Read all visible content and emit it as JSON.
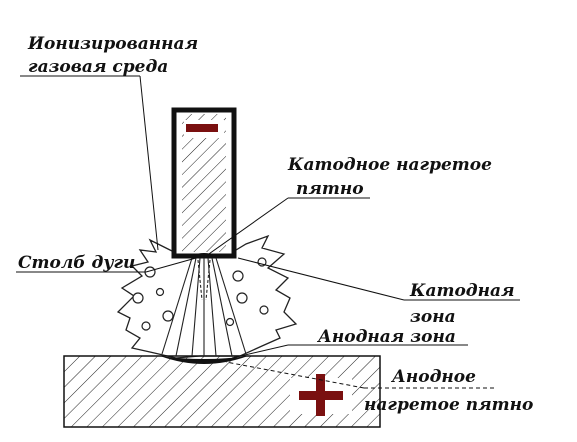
{
  "labels": {
    "ionized_gas_line1": "Ионизированная",
    "ionized_gas_line2": "газовая среда",
    "cathode_spot_line1": "Катодное нагретое",
    "cathode_spot_line2": "пятно",
    "arc_column": "Столб дуги",
    "cathode_zone_line1": "Катодная",
    "cathode_zone_line2": "зона",
    "anode_zone": "Анодная зона",
    "anode_spot_line1": "Анодное",
    "anode_spot_line2": "нагретое пятно"
  },
  "polarity": {
    "electrode_sign": "minus",
    "workpiece_sign": "plus",
    "sign_color": "#7a1010"
  }
}
